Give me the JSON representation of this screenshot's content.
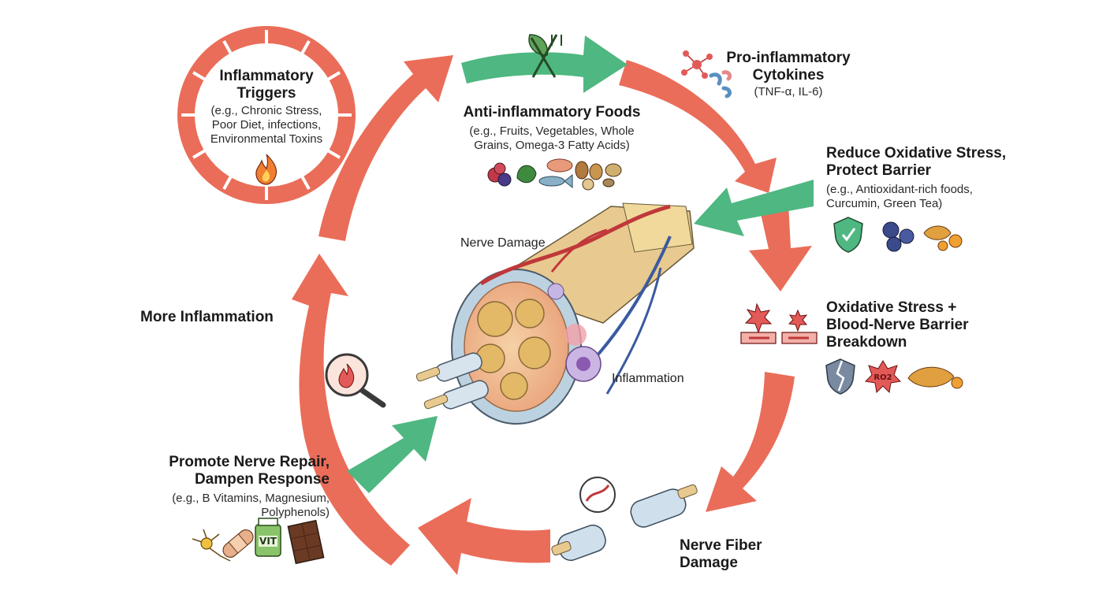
{
  "colors": {
    "cycle_arrow": "#ea6d59",
    "intervention_arrow": "#4fb781",
    "text": "#1a1a1a"
  },
  "triggers": {
    "title": "Inflammatory\nTriggers",
    "examples": "(e.g., Chronic Stress,\nPoor Diet, infections,\nEnvironmental Toxins"
  },
  "foods": {
    "title": "Anti-inflammatory Foods",
    "examples": "(e.g., Fruits, Vegetables, Whole\nGrains, Omega-3 Fatty Acids)"
  },
  "cytokines": {
    "title": "Pro-inflammatory\nCytokines",
    "examples": "(TNF-α, IL-6)"
  },
  "oxidative_reduce": {
    "title": "Reduce Oxidative Stress,\nProtect Barrier",
    "examples": "(e.g., Antioxidant-rich foods,\nCurcumin, Green Tea)"
  },
  "oxidative_stress": {
    "title": "Oxidative Stress +\nBlood-Nerve Barrier\nBreakdown",
    "ro2_label": "RO2"
  },
  "fiber_damage": {
    "title": "Nerve Fiber\nDamage"
  },
  "repair": {
    "title": "Promote Nerve Repair,\nDampen Response",
    "examples": "(e.g., B Vitamins, Magnesium,\nPolyphenols)",
    "vit_label": "VIT"
  },
  "more_inflammation": {
    "title": "More Inflammation"
  },
  "center": {
    "nerve_damage_label": "Nerve Damage",
    "inflammation_label": "Inflammation"
  },
  "icons": [
    "flame-icon",
    "fork-leaf-icon",
    "molecule-icon",
    "shield-check-icon",
    "blueberry-icon",
    "turmeric-icon",
    "spark-icon",
    "broken-shield-icon",
    "magnifier-flame-icon",
    "neuron-icon",
    "bandage-icon",
    "vitamin-bottle-icon",
    "chocolate-icon",
    "berries-icon",
    "spinach-icon",
    "fish-icon",
    "nuts-icon"
  ]
}
